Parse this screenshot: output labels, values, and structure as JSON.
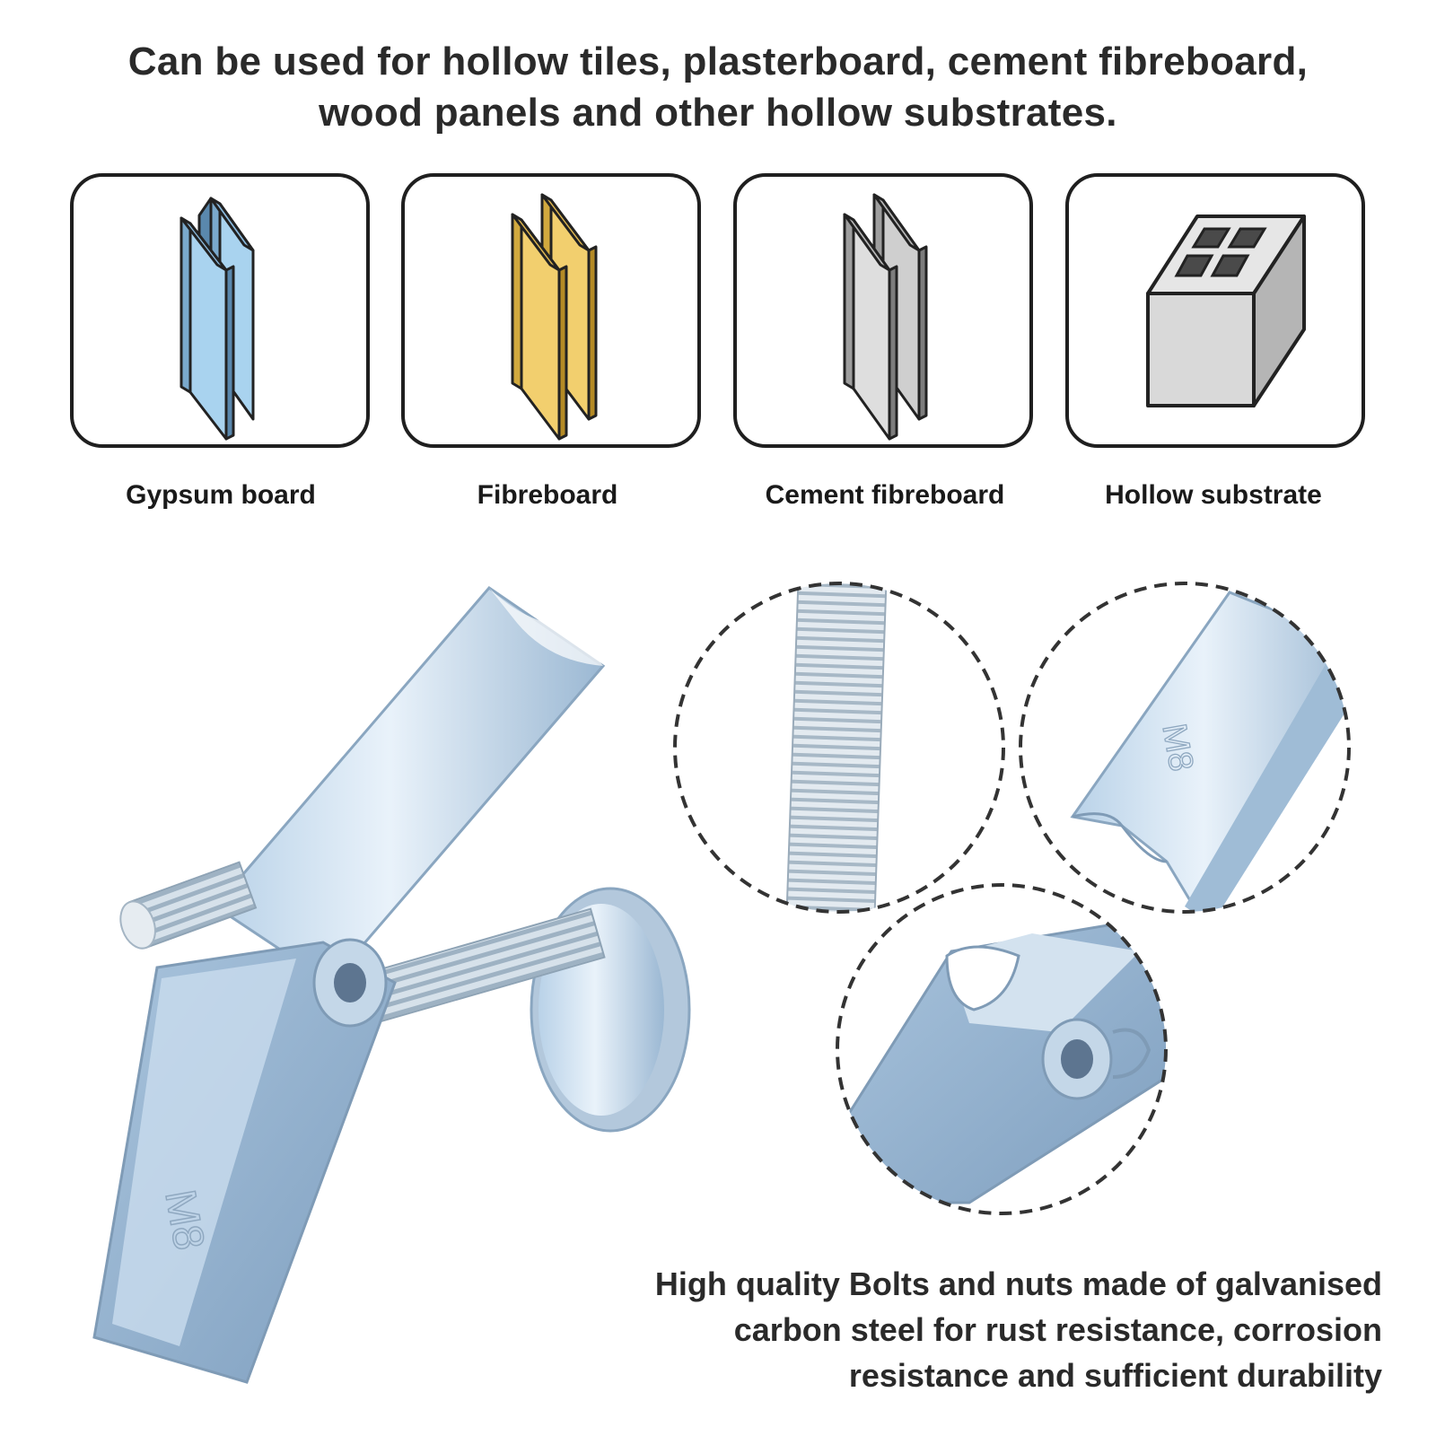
{
  "headline": {
    "line1": "Can be used for hollow tiles, plasterboard, cement fibreboard,",
    "line2": "wood panels and other hollow substrates."
  },
  "substrates": [
    {
      "label": "Gypsum board",
      "icon": "gypsum-board-icon",
      "color": "#a9d3ef"
    },
    {
      "label": "Fibreboard",
      "icon": "fibreboard-icon",
      "color": "#f2cf6e"
    },
    {
      "label": "Cement fibreboard",
      "icon": "cement-fibreboard-icon",
      "color": "#cfcfcf"
    },
    {
      "label": "Hollow substrate",
      "icon": "hollow-block-icon",
      "color": "#d9d9d9"
    }
  ],
  "product": {
    "marking": "M8",
    "detail_views": [
      "thread-detail",
      "wing-end-detail",
      "hinge-detail"
    ]
  },
  "description": {
    "line1": "High quality Bolts and nuts made of galvanised",
    "line2": "carbon steel for rust resistance, corrosion",
    "line3": "resistance and sufficient durability"
  }
}
